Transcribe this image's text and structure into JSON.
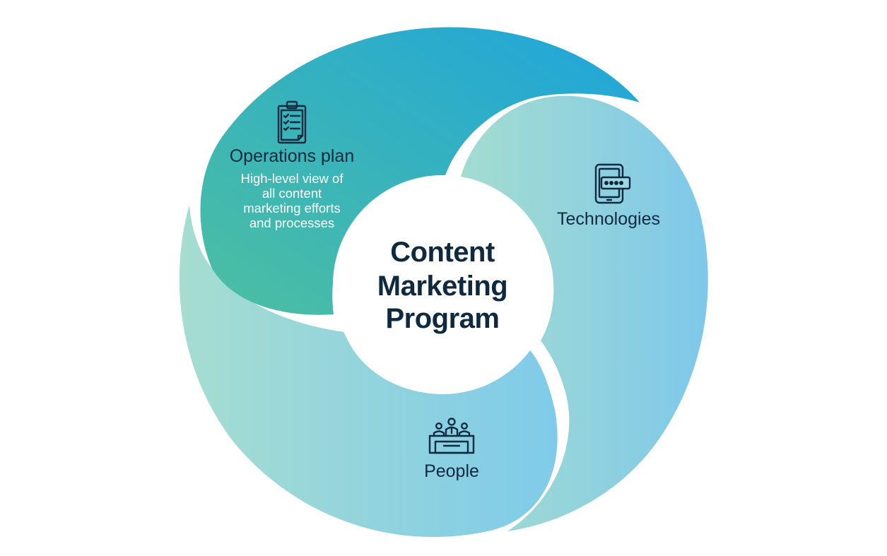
{
  "diagram": {
    "center": {
      "line1": "Content",
      "line2": "Marketing",
      "line3": "Program"
    },
    "segments": [
      {
        "id": "operations",
        "title": "Operations plan",
        "description": [
          "High-level view of",
          "all content",
          "marketing efforts",
          "and processes"
        ],
        "icon": "clipboard-checklist-icon"
      },
      {
        "id": "technologies",
        "title": "Technologies",
        "icon": "tablet-device-icon"
      },
      {
        "id": "people",
        "title": "People",
        "icon": "team-meeting-icon"
      }
    ],
    "colors": {
      "operations_gradient": [
        "#4dbfa0",
        "#1fa5dc"
      ],
      "technologies_gradient": [
        "#a4dcd0",
        "#7ec8ea"
      ],
      "people_gradient": [
        "#a6ddd0",
        "#7fcbea"
      ],
      "text_dark": "#0e2a40",
      "text_light": "#ffffff"
    }
  }
}
